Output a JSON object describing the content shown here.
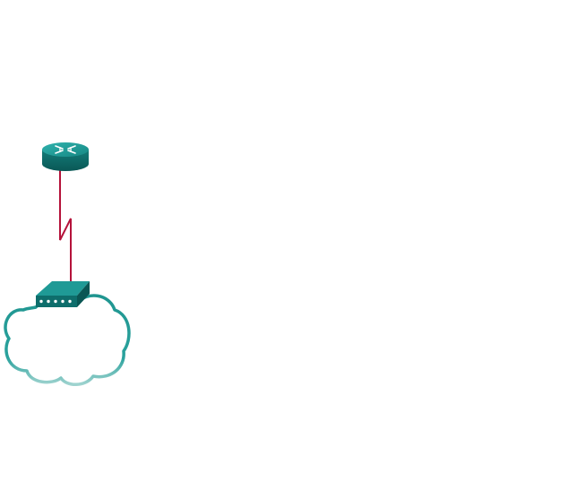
{
  "diagram": {
    "nodes": [
      {
        "id": "router",
        "icon": "router-icon"
      },
      {
        "id": "switch",
        "icon": "switch-icon",
        "ports_visible": 5
      },
      {
        "id": "cloud",
        "icon": "cloud-icon"
      }
    ],
    "links": [
      {
        "from": "router",
        "to": "switch",
        "type": "serial",
        "icon": "serial-link-icon"
      }
    ],
    "colors": {
      "device_top": "#1f9a96",
      "device_front": "#0e6e6c",
      "device_dark": "#0a5654",
      "serial_link": "#b5123a",
      "cloud_stroke": "#2a9a95",
      "cloud_stroke_light": "#8dcbc7",
      "background": "#ffffff"
    }
  }
}
